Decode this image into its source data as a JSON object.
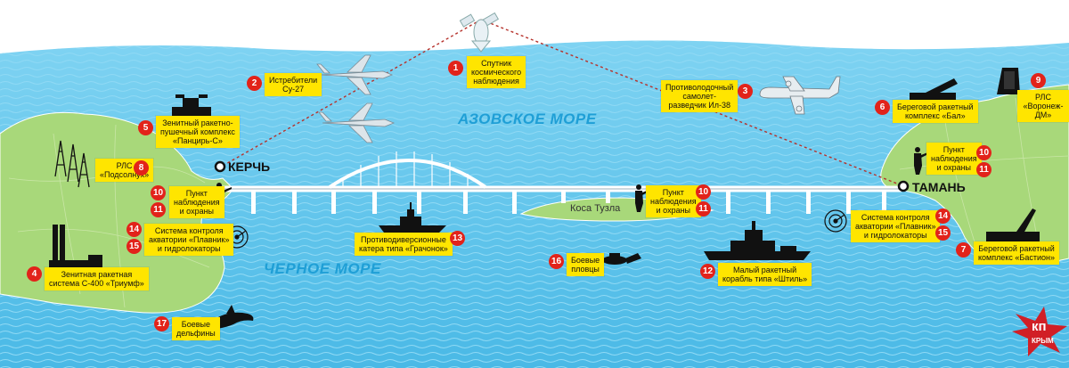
{
  "seas": {
    "azov": "АЗОВСКОЕ МОРЕ",
    "black": "ЧЕРНОЕ МОРЕ"
  },
  "cities": {
    "kerch": "КЕРЧЬ",
    "taman": "ТАМАНЬ"
  },
  "spit": "Коса Тузла",
  "logo": {
    "main": "кп",
    "sub": "КРЫМ"
  },
  "items": [
    {
      "numbers": [
        "1"
      ],
      "label": "Спутник\nкосмического\nнаблюдения"
    },
    {
      "numbers": [
        "2"
      ],
      "label": "Истребители\nСу-27"
    },
    {
      "numbers": [
        "3"
      ],
      "label": "Противолодочный\nсамолет-\nразведчик Ил-38"
    },
    {
      "numbers": [
        "4"
      ],
      "label": "Зенитная ракетная\nсистема С-400 «Триумф»"
    },
    {
      "numbers": [
        "5"
      ],
      "label": "Зенитный ракетно-\nпушечный комплекс\n«Панцирь-С»"
    },
    {
      "numbers": [
        "6"
      ],
      "label": "Береговой ракетный\nкомплекс «Бал»"
    },
    {
      "numbers": [
        "7"
      ],
      "label": "Береговой ракетный\nкомплекс «Бастион»"
    },
    {
      "numbers": [
        "8"
      ],
      "label": "РЛС\n«Подсолнух»"
    },
    {
      "numbers": [
        "9"
      ],
      "label": "РЛС\n«Воронеж-ДМ»"
    },
    {
      "numbers": [
        "10",
        "11"
      ],
      "label": "Пункт\nнаблюдения\nи охраны"
    },
    {
      "numbers": [
        "10",
        "11"
      ],
      "label": "Пункт\nнаблюдения\nи охраны"
    },
    {
      "numbers": [
        "10",
        "11"
      ],
      "label": "Пункт\nнаблюдения\nи охраны"
    },
    {
      "numbers": [
        "12"
      ],
      "label": "Малый ракетный\nкорабль типа «Штиль»"
    },
    {
      "numbers": [
        "13"
      ],
      "label": "Противодиверсионные\nкатера типа «Грачонок»"
    },
    {
      "numbers": [
        "14",
        "15"
      ],
      "label": "Система контроля\nакватории «Плавник»\nи гидролокаторы"
    },
    {
      "numbers": [
        "14",
        "15"
      ],
      "label": "Система контроля\nакватории «Плавник»\nи гидролокаторы"
    },
    {
      "numbers": [
        "16"
      ],
      "label": "Боевые\nпловцы"
    },
    {
      "numbers": [
        "17"
      ],
      "label": "Боевые\nдельфины"
    }
  ],
  "colors": {
    "sea": "#5cc6ec",
    "land": "#a8d87a",
    "label": "#ffe500",
    "badge": "#e2231a",
    "sea_text": "#1f9fd6",
    "logo": "#d11f26"
  },
  "icons": [
    "satellite-icon",
    "jet-icon",
    "patrol-plane-icon",
    "missile-launcher-icon",
    "radar-tower-icon",
    "soldier-icon",
    "sonar-icon",
    "boat-icon",
    "warship-icon",
    "diver-icon",
    "dolphin-icon",
    "bridge-icon",
    "radar-station-icon"
  ]
}
